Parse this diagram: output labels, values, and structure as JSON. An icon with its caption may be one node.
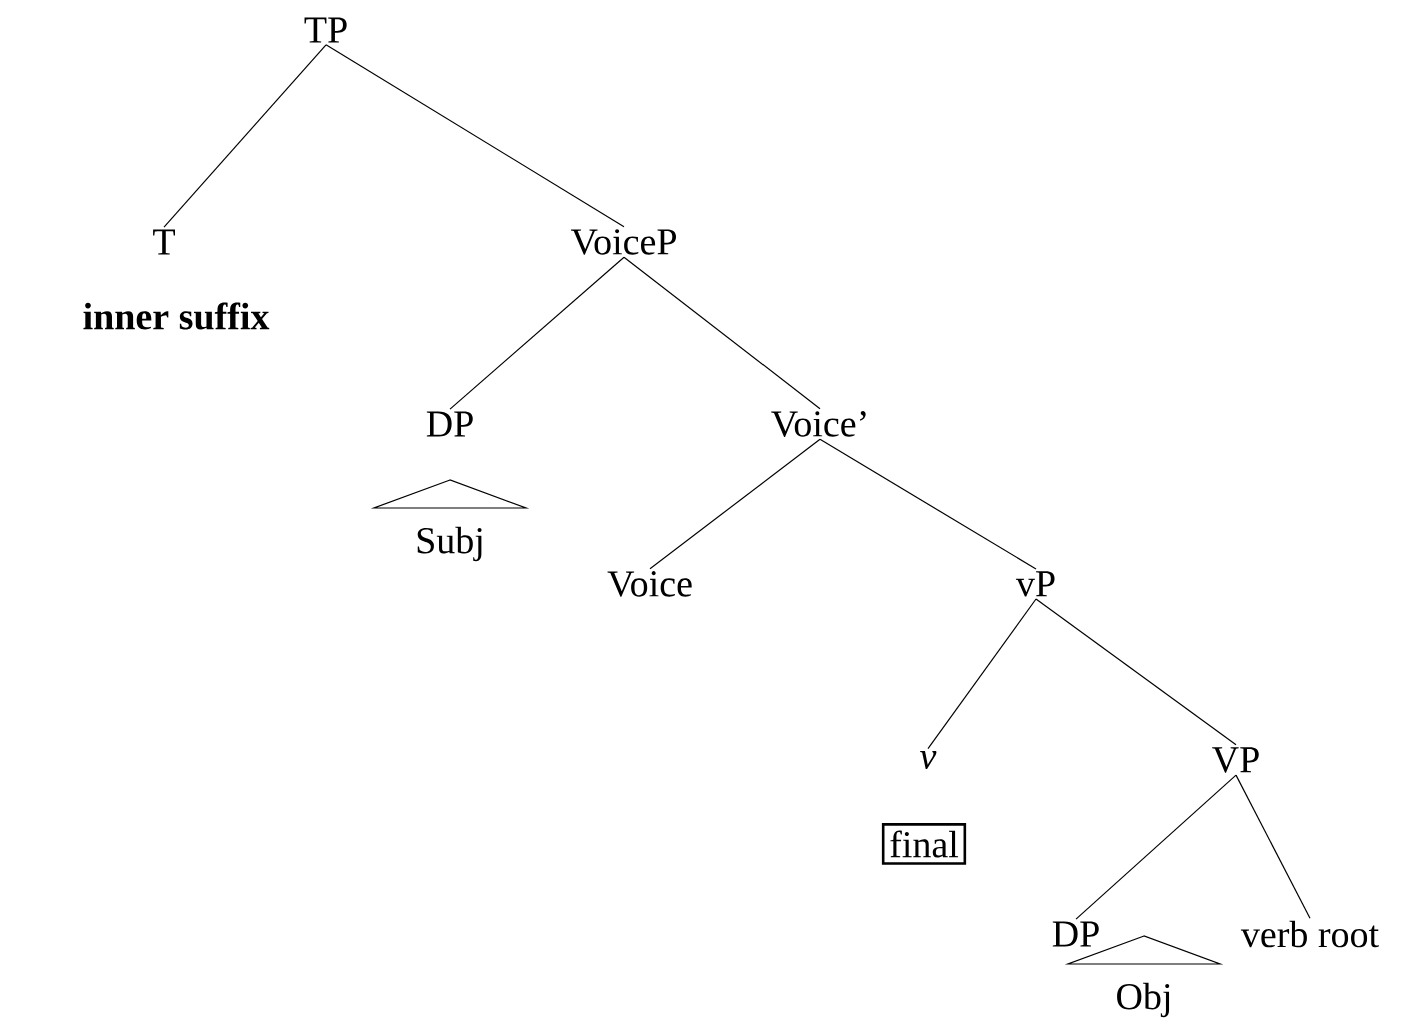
{
  "diagram": {
    "nodes": [
      {
        "text": [
          "TP"
        ]
      },
      {
        "text": [
          "T"
        ],
        "beside": [
          "inner suffix"
        ]
      },
      {
        "text": [
          "VoiceP"
        ]
      },
      {
        "text": [
          "DP"
        ]
      },
      {
        "text": [
          "Voice’"
        ]
      },
      {
        "text": [
          "Subj"
        ]
      },
      {
        "text": [
          "Voice"
        ]
      },
      {
        "text": [
          "vP"
        ]
      },
      {
        "text": [
          "v"
        ]
      },
      {
        "text": [
          "VP"
        ]
      },
      {
        "text": [
          "final"
        ]
      },
      {
        "text": [
          "DP"
        ]
      },
      {
        "text": [
          "verb root"
        ]
      },
      {
        "text": [
          "Obj"
        ]
      }
    ],
    "edges": [
      {
        "from": 0,
        "to": 1,
        "arrow": "none"
      },
      {
        "from": 0,
        "to": 2,
        "arrow": "none"
      },
      {
        "from": 2,
        "to": 3,
        "arrow": "none"
      },
      {
        "from": 2,
        "to": 4,
        "arrow": "none"
      },
      {
        "from": 4,
        "to": 6,
        "arrow": "none"
      },
      {
        "from": 4,
        "to": 7,
        "arrow": "none"
      },
      {
        "from": 7,
        "to": 8,
        "arrow": "none"
      },
      {
        "from": 7,
        "to": 9,
        "arrow": "none"
      },
      {
        "from": 9,
        "to": 11,
        "arrow": "none"
      },
      {
        "from": 9,
        "to": 12,
        "arrow": "none"
      }
    ]
  }
}
